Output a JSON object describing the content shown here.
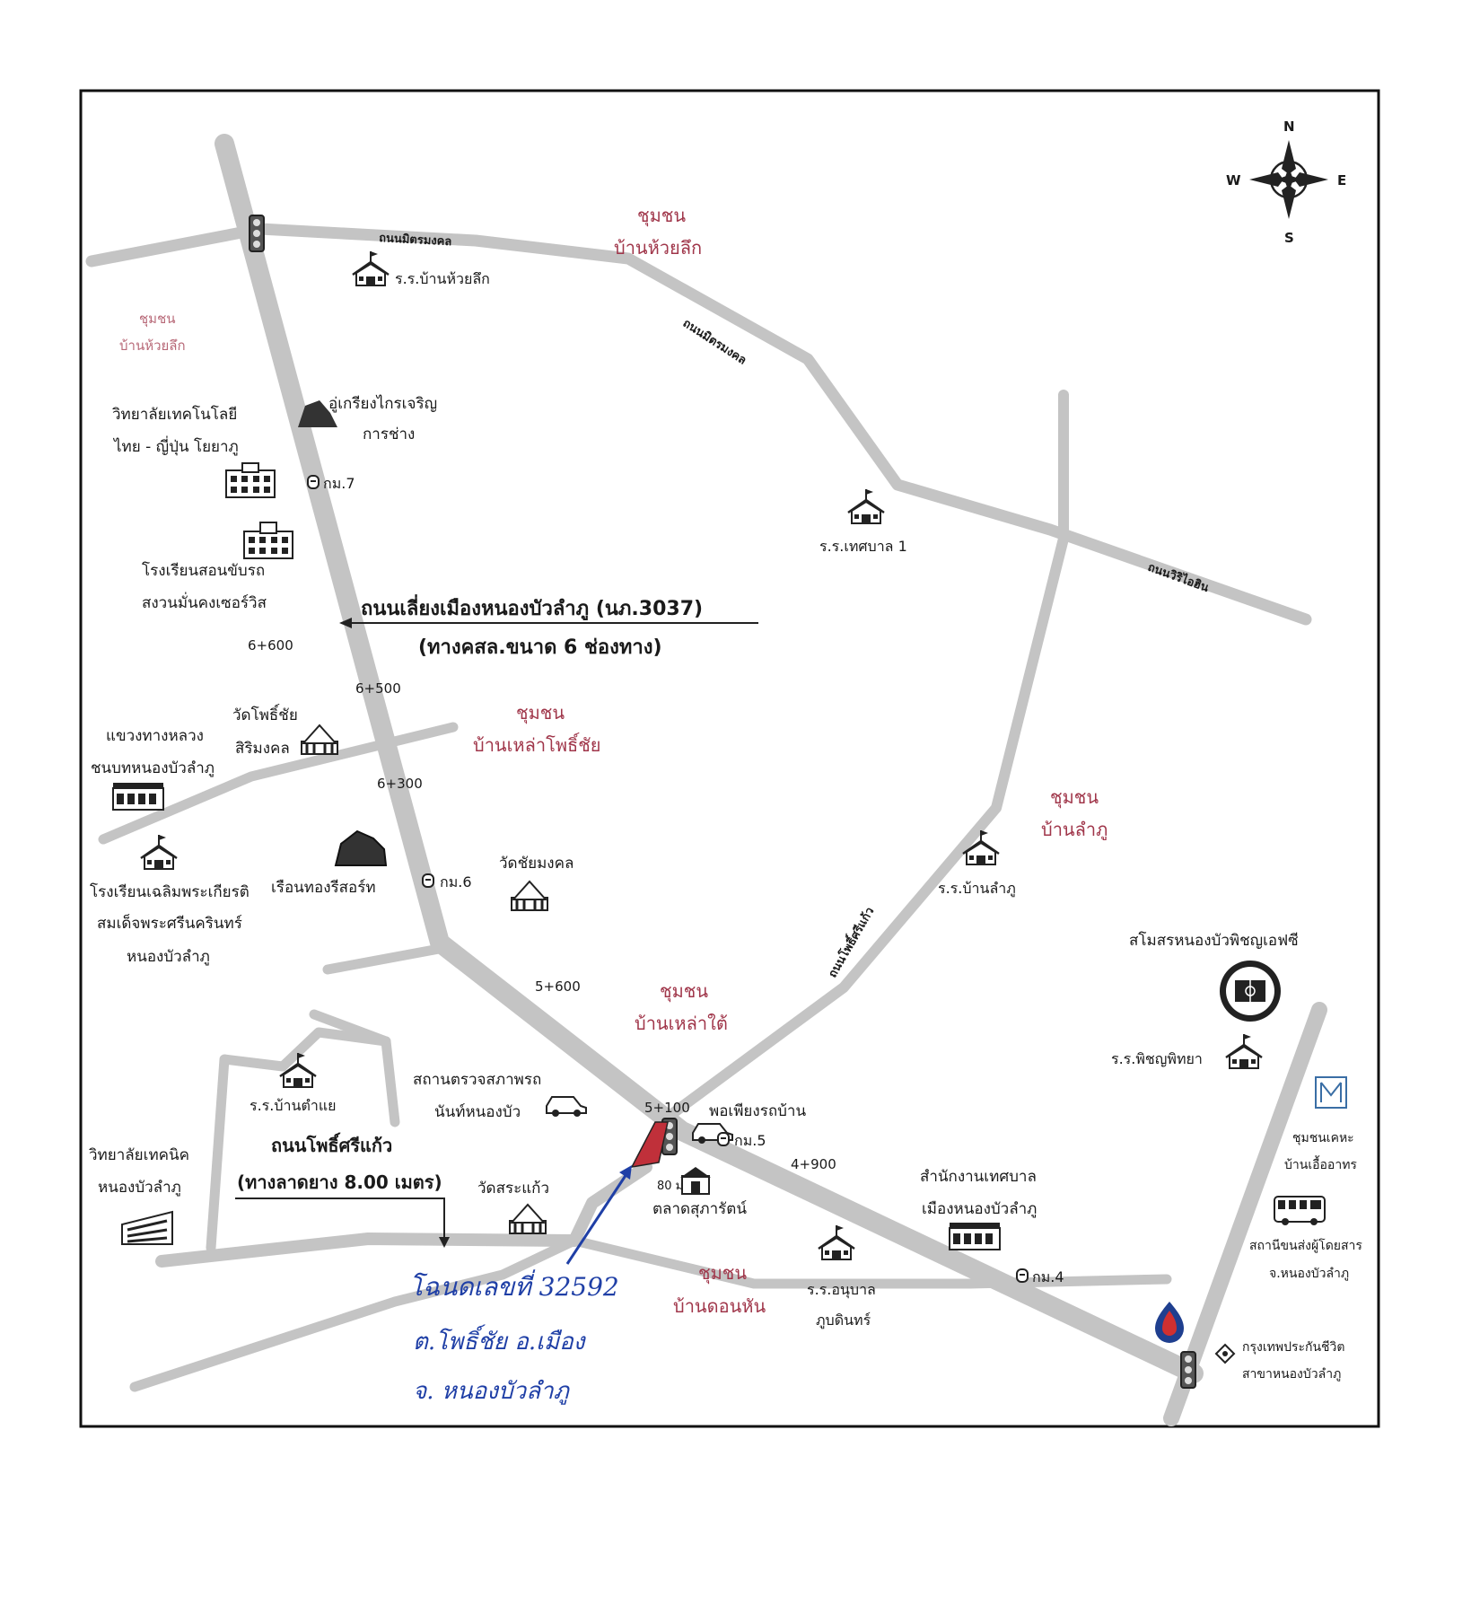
{
  "compass": {
    "n": "N",
    "s": "S",
    "e": "E",
    "w": "W"
  },
  "roads": {
    "mittraphap": "ถนนมิตรมงคล",
    "mittraphap2": "ถนนมิตรมงคล",
    "wisiorbin": "ถนนวิริไอฮิน",
    "toeng": "ถนนโพธิ์ศรีแก้ว",
    "bypass_main": "ถนนเลี่ยงเมืองหนองบัวลำภู (นภ.3037)",
    "bypass_sub": "(ทางคสล.ขนาด 6 ช่องทาง)",
    "phosri_main": "ถนนโพธิ์ศรีแก้ว",
    "phosri_sub": "(ทางลาดยาง 8.00 เมตร)"
  },
  "communities": {
    "huaylik_ne": [
      "ชุมชน",
      "บ้านห้วยลึก"
    ],
    "huaylik_w": [
      "ชุมชน",
      "บ้านห้วยลึก"
    ],
    "laophochai": [
      "ชุมชน",
      "บ้านเหล่าโพธิ์ชัย"
    ],
    "lamphu": [
      "ชุมชน",
      "บ้านลำภู"
    ],
    "laotai": [
      "ชุมชน",
      "บ้านเหล่าใต้"
    ],
    "donhan": [
      "ชุมชน",
      "บ้านดอนหัน"
    ]
  },
  "places": {
    "school_huaylik": "ร.ร.บ้านห้วยลึก",
    "garage": [
      "อู่เกรียงไกรเจริญ",
      "การช่าง"
    ],
    "college_tj": [
      "วิทยาลัยเทคโนโลยี",
      "ไทย - ญี่ปุ่น โยยาภู"
    ],
    "km7": "กม.7",
    "driving_school": [
      "โรงเรียนสอนขับรถ",
      "สงวนมั่นคงเซอร์วิส"
    ],
    "school_tesaban1": "ร.ร.เทศบาล 1",
    "wat_phochai": [
      "วัดโพธิ์ชัย",
      "สิริมงคล"
    ],
    "highway_office": [
      "แขวงทางหลวง",
      "ชนบทหนองบัวลำภู"
    ],
    "school_chaloem": [
      "โรงเรียนเฉลิมพระเกียรติ",
      "สมเด็จพระศรีนครินทร์",
      "หนองบัวลำภู"
    ],
    "resort": "เรือนทองรีสอร์ท",
    "km6": "กม.6",
    "wat_chaimongkol": "วัดชัยมงคล",
    "school_lamphu": "ร.ร.บ้านลำภู",
    "stadium": "สโมสรหนองบัวพิชญเอฟซี",
    "school_phitchaya": "ร.ร.พิชญพิทยา",
    "school_tamyae": "ร.ร.บ้านตำแย",
    "inspection": [
      "สถานตรวจสภาพรถ",
      "นันท์หนองบัว"
    ],
    "car_shop": "พอเพียงรถบ้าน",
    "km5": "กม.5",
    "tech_college": [
      "วิทยาลัยเทคนิค",
      "หนองบัวลำภู"
    ],
    "wat_sakaew": "วัดสระแก้ว",
    "market": "ตลาดสุภารัตน์",
    "municipal_office": [
      "สำนักงานเทศบาล",
      "เมืองหนองบัวลำภู"
    ],
    "housing": [
      "ชุมชนเคหะ",
      "บ้านเอื้ออาทร"
    ],
    "bus_station": [
      "สถานีขนส่งผู้โดยสาร",
      "จ.หนองบัวลำภู"
    ],
    "km4": "กม.4",
    "school_anuban": [
      "ร.ร.อนุบาล",
      "ภูบดินทร์"
    ],
    "insurance": [
      "กรุงเทพประกันชีวิต",
      "สาขาหนองบัวลำภู"
    ]
  },
  "distances": {
    "d6600": "6+600",
    "d6500": "6+500",
    "d6300": "6+300",
    "d5600": "5+600",
    "d5100": "5+100",
    "d4900": "4+900",
    "d80": "80 ม."
  },
  "handwritten": {
    "line1": "โฉนดเลขที่ 32592",
    "line2": "ต.โพธิ์ชัย อ.เมือง",
    "line3": "จ. หนองบัวลำภู"
  },
  "colors": {
    "road": "#c4c4c4",
    "community_text": "#a0364a",
    "handwriting": "#1f3fa6",
    "frame": "#111111"
  },
  "icons": {
    "school": "school-icon",
    "temple": "temple-icon",
    "traffic_light": "traffic-light-icon",
    "km_post": "km-post-icon",
    "building": "building-icon",
    "stadium": "stadium-icon",
    "car": "car-icon",
    "compass": "compass-rose-icon",
    "gas": "gas-station-icon",
    "bus": "bus-icon"
  }
}
